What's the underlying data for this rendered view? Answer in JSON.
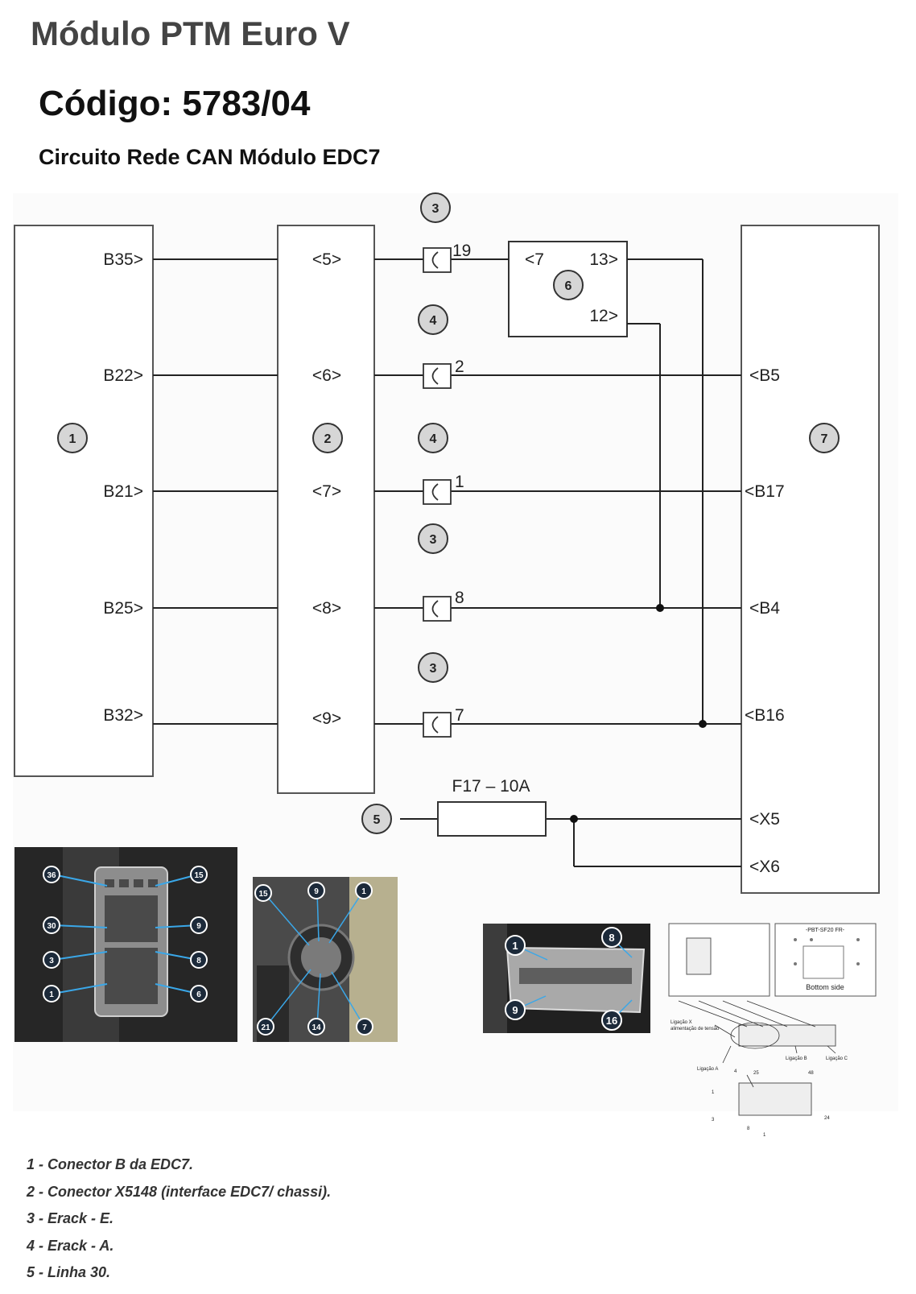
{
  "page_title": "Módulo PTM Euro V",
  "code": "Código: 5783/04",
  "subtitle": "Circuito Rede CAN Módulo EDC7",
  "connector1_pins": [
    "B35>",
    "B22>",
    "B21>",
    "B25>",
    "B32>"
  ],
  "connector2_pins": [
    "<5>",
    "<6>",
    "<7>",
    "<8>",
    "<9>"
  ],
  "splice_numbers": [
    "19",
    "2",
    "1",
    "8",
    "7"
  ],
  "module6_pins": [
    "<7",
    "13>",
    "12>"
  ],
  "connector7_pins": [
    "<B5",
    "<B17",
    "<B4",
    "<B16",
    "<X5",
    "<X6"
  ],
  "fuse_label": "F17 – 10A",
  "callouts": {
    "c1": "1",
    "c2": "2",
    "c3": "3",
    "c4": "4",
    "c5": "5",
    "c6": "6",
    "c7": "7"
  },
  "photo_a_callouts": [
    "36",
    "15",
    "30",
    "9",
    "3",
    "8",
    "1",
    "6"
  ],
  "photo_b_callouts": [
    "15",
    "9",
    "1",
    "21",
    "14",
    "7"
  ],
  "photo_c_callouts": [
    "1",
    "8",
    "9",
    "16"
  ],
  "module_drawing": {
    "label_top": "-PBT-SF20 FR-",
    "bottom_side": "Bottom side",
    "ligacao_x": "Ligação X",
    "alimentacao": "alimentação de tensão",
    "ligacao_a": "Ligação A",
    "ligacao_b": "Ligação B",
    "ligacao_c": "Ligação C",
    "pin_labels": [
      "4",
      "25",
      "48",
      "1",
      "3",
      "24",
      "8",
      "1"
    ]
  },
  "legend": [
    "1 - Conector B da EDC7.",
    "2 - Conector X5148 (interface EDC7/ chassi).",
    "3 - Erack - E.",
    "4 - Erack - A.",
    "5 - Linha 30."
  ],
  "colors": {
    "wire": "#222222",
    "callout_fill": "#d6d6d6",
    "photo_line": "#3aa7e8"
  }
}
